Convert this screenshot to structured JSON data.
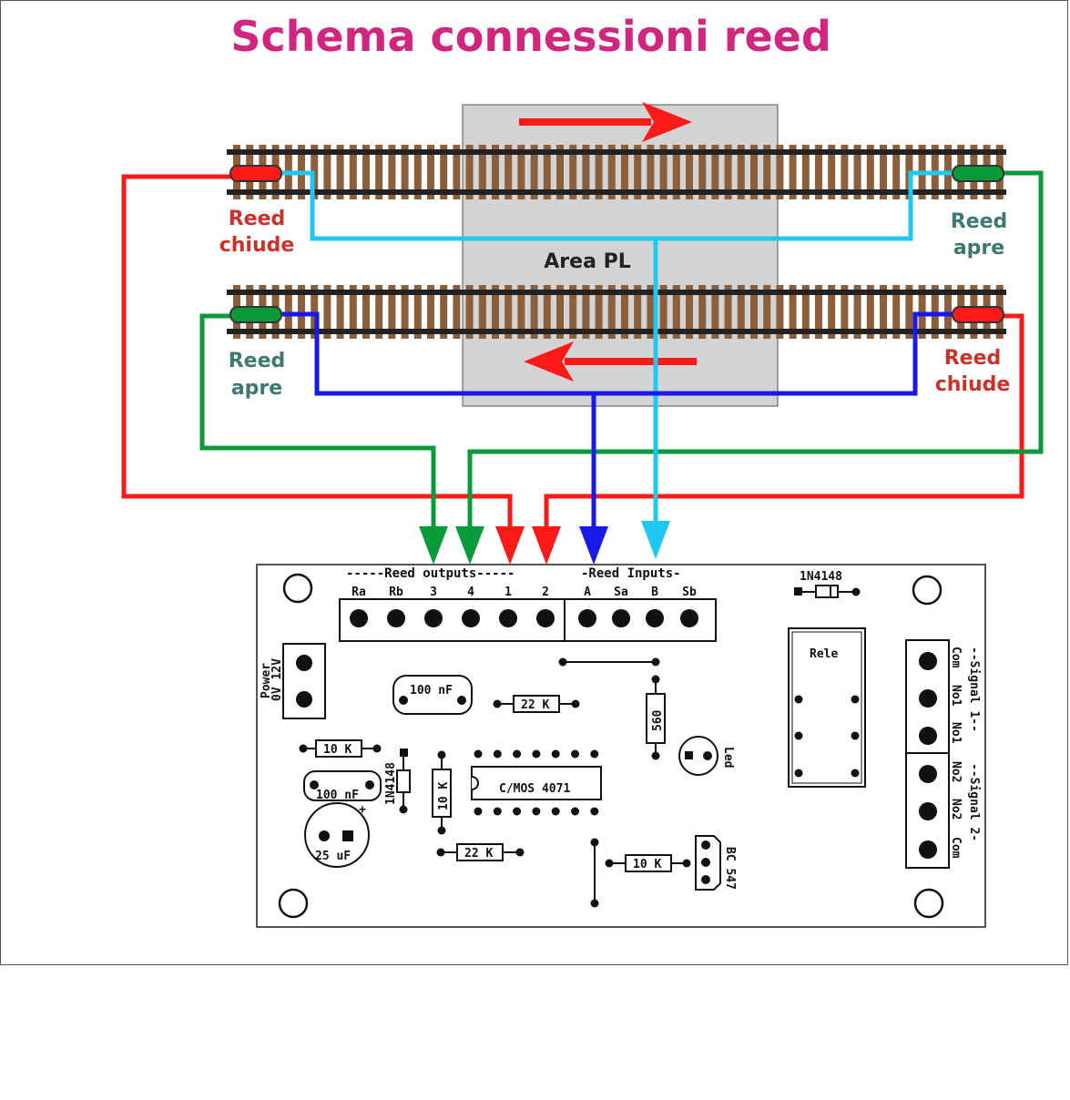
{
  "title": "Schema connessioni reed",
  "colors": {
    "title": "#d0267f",
    "red": "#ff1a1a",
    "green": "#0a9a3a",
    "blue": "#1a1ae6",
    "cyan": "#1ec8f0",
    "label_red": "#c8322a",
    "label_green": "#3f7870",
    "area": "#d3d3d3",
    "sleeper": "#8b5e3c",
    "rail": "#222222"
  },
  "area_label": "Area PL",
  "reed_labels": {
    "top_left": {
      "line1": "Reed",
      "line2": "chiude"
    },
    "top_right": {
      "line1": "Reed",
      "line2": "apre"
    },
    "bottom_left": {
      "line1": "Reed",
      "line2": "apre"
    },
    "bottom_right": {
      "line1": "Reed",
      "line2": "chiude"
    }
  },
  "board": {
    "reed_outputs_header": "-----Reed outputs-----",
    "reed_inputs_header": "-Reed Inputs-",
    "output_pins": [
      "Ra",
      "Rb",
      "3",
      "4",
      "1",
      "2"
    ],
    "input_pins": [
      "A",
      "Sa",
      "B",
      "Sb"
    ],
    "power_line1": "Power",
    "power_line2": "0V 12V",
    "diode_top": "1N4148",
    "diode_left": "1N4148",
    "relay": "Rele",
    "signal1": "--Signal 1--",
    "signal2": "--Signal 2-",
    "signal1_pins": [
      "Com",
      "No1",
      "No1"
    ],
    "signal2_pins": [
      "No2",
      "No2",
      "Com"
    ],
    "cap_100nf_top": "100 nF",
    "cap_100nf_left": "100 nF",
    "cap_25uf": "25 uF",
    "res_22k_top": "22 K",
    "res_560": "560",
    "res_10k_left": "10 K",
    "res_10k_vert": "10 K",
    "res_22k_bottom": "22 K",
    "res_10k_bottom": "10 K",
    "ic": "C/MOS 4071",
    "led": "Led",
    "transistor": "BC 547",
    "plus": "+"
  }
}
